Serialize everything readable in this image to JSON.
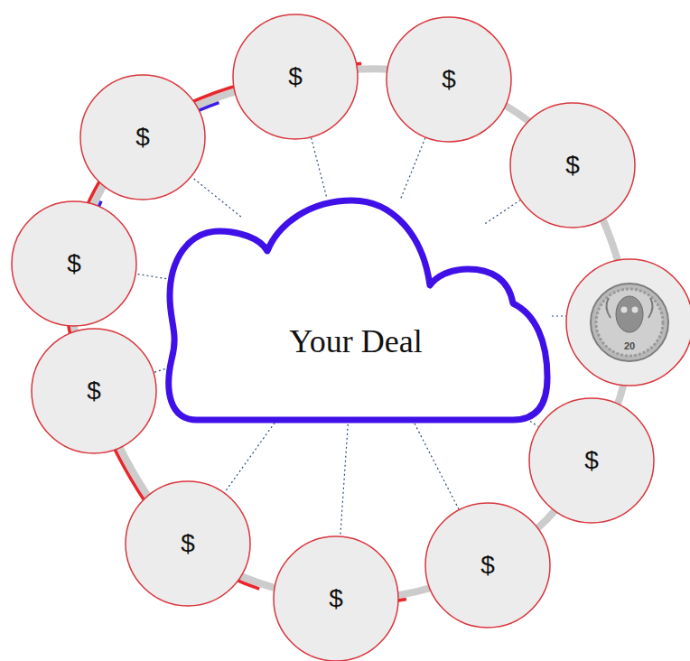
{
  "diagram": {
    "nodes": [
      {
        "text": [
          "Your Deal"
        ]
      },
      {
        "text": [
          "$"
        ]
      },
      {
        "text": [
          "$"
        ]
      },
      {
        "text": [
          "$"
        ]
      },
      {
        "text": [
          "$"
        ]
      },
      {
        "text": [
          "$"
        ]
      },
      {
        "text": [
          "$"
        ]
      },
      {
        "text": [
          "$"
        ]
      },
      {
        "text": [
          "$"
        ]
      },
      {
        "text": [
          "$"
        ]
      },
      {
        "text": [
          "$"
        ]
      }
    ],
    "edges": [
      {
        "from": 0,
        "to": 1,
        "arrow": "none"
      },
      {
        "from": 0,
        "to": 2,
        "arrow": "none"
      },
      {
        "from": 0,
        "to": 3,
        "arrow": "none"
      },
      {
        "from": 0,
        "to": 4,
        "arrow": "none"
      },
      {
        "from": 0,
        "to": 5,
        "arrow": "none"
      },
      {
        "from": 0,
        "to": 6,
        "arrow": "none"
      },
      {
        "from": 0,
        "to": 7,
        "arrow": "none"
      },
      {
        "from": 0,
        "to": 8,
        "arrow": "none"
      },
      {
        "from": 0,
        "to": 9,
        "arrow": "none"
      },
      {
        "from": 0,
        "to": 10,
        "arrow": "none"
      }
    ],
    "labels": [
      "20"
    ]
  }
}
